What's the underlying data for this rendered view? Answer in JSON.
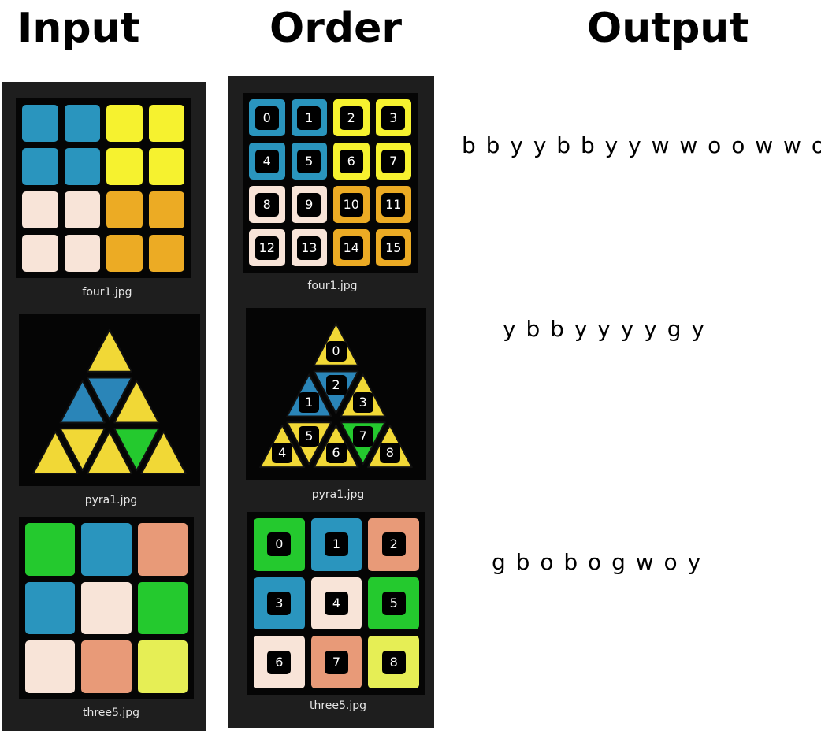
{
  "headers": {
    "input": "Input",
    "order": "Order",
    "output": "Output"
  },
  "colors": {
    "b": "#2a95be",
    "y": "#f6f22f",
    "w": "#f8e4d8",
    "o": "#ecab24",
    "g": "#24c92e",
    "peach": "#e89a78",
    "ly": "#e6ee55",
    "pyra_y": "#f1d836",
    "pyra_b": "#2a85b8"
  },
  "rows": [
    {
      "caption": "four1.jpg",
      "output": "b b y y b b y y w w o o w w o o",
      "stickers": [
        "b",
        "b",
        "y",
        "y",
        "b",
        "b",
        "y",
        "y",
        "w",
        "w",
        "o",
        "o",
        "w",
        "w",
        "o",
        "o"
      ],
      "indices": [
        "0",
        "1",
        "2",
        "3",
        "4",
        "5",
        "6",
        "7",
        "8",
        "9",
        "10",
        "11",
        "12",
        "13",
        "14",
        "15"
      ]
    },
    {
      "caption": "pyra1.jpg",
      "output": "y b b y y y y g y",
      "stickers": [
        "y",
        "b",
        "b",
        "y",
        "y",
        "y",
        "y",
        "g",
        "y"
      ],
      "indices": [
        "0",
        "1",
        "2",
        "3",
        "4",
        "5",
        "6",
        "7",
        "8"
      ]
    },
    {
      "caption": "three5.jpg",
      "output": "g b o b o g w o y",
      "stickers": [
        "g",
        "b",
        "peach",
        "b",
        "w",
        "g",
        "w",
        "peach",
        "ly"
      ],
      "indices": [
        "0",
        "1",
        "2",
        "3",
        "4",
        "5",
        "6",
        "7",
        "8"
      ]
    }
  ]
}
